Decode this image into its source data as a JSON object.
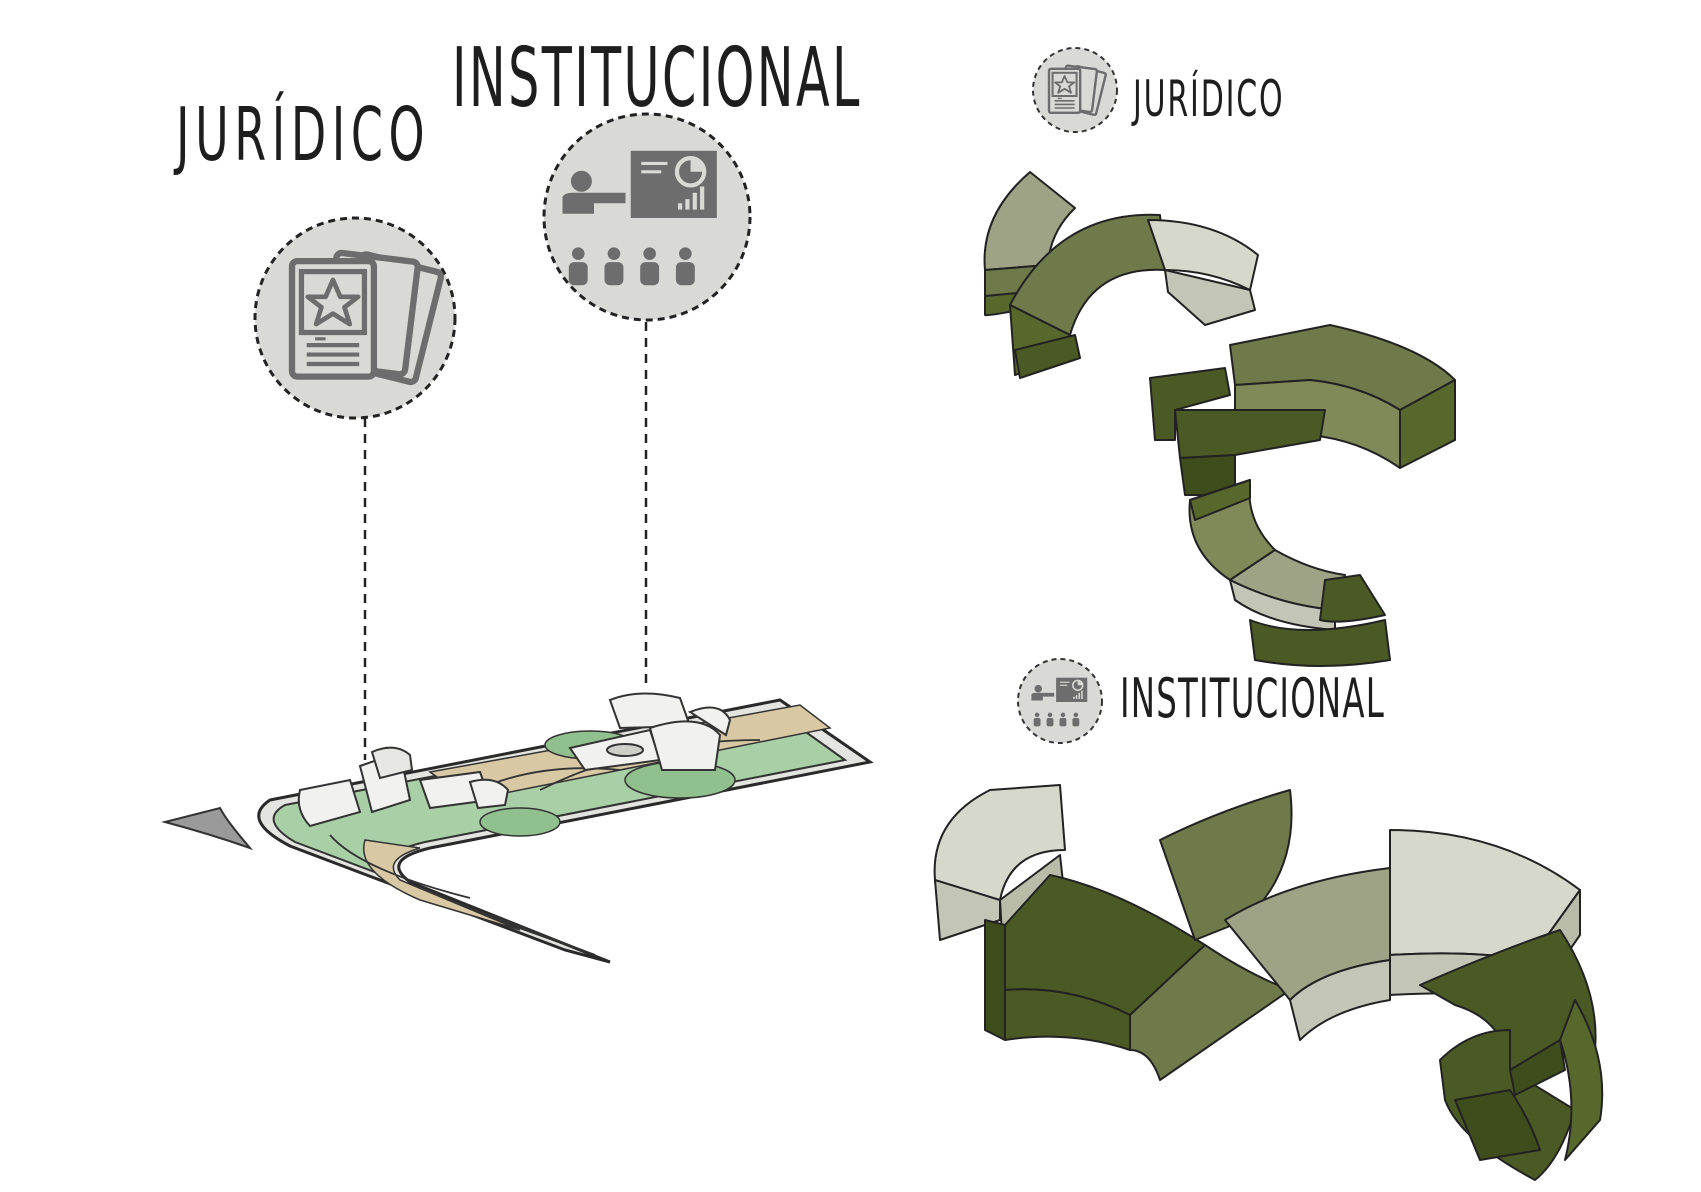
{
  "labels": {
    "juridico_main": "JURÍDICO",
    "institucional_main": "INSTITUCIONAL",
    "juridico_legend": "JURÍDICO",
    "institucional_legend": "INSTITUCIONAL"
  },
  "icons": {
    "juridico": "document-star-icon",
    "institucional": "presentation-audience-icon"
  },
  "colors": {
    "olive_dark": "#4b5a24",
    "olive_mid": "#6e7a4a",
    "olive_light": "#9ea386",
    "pale": "#d6d8cc",
    "circle_fill": "#d9d9d5",
    "icon_gray": "#6d6d6d",
    "site_green": "#9cc49c",
    "site_tan": "#d8c8a4"
  }
}
